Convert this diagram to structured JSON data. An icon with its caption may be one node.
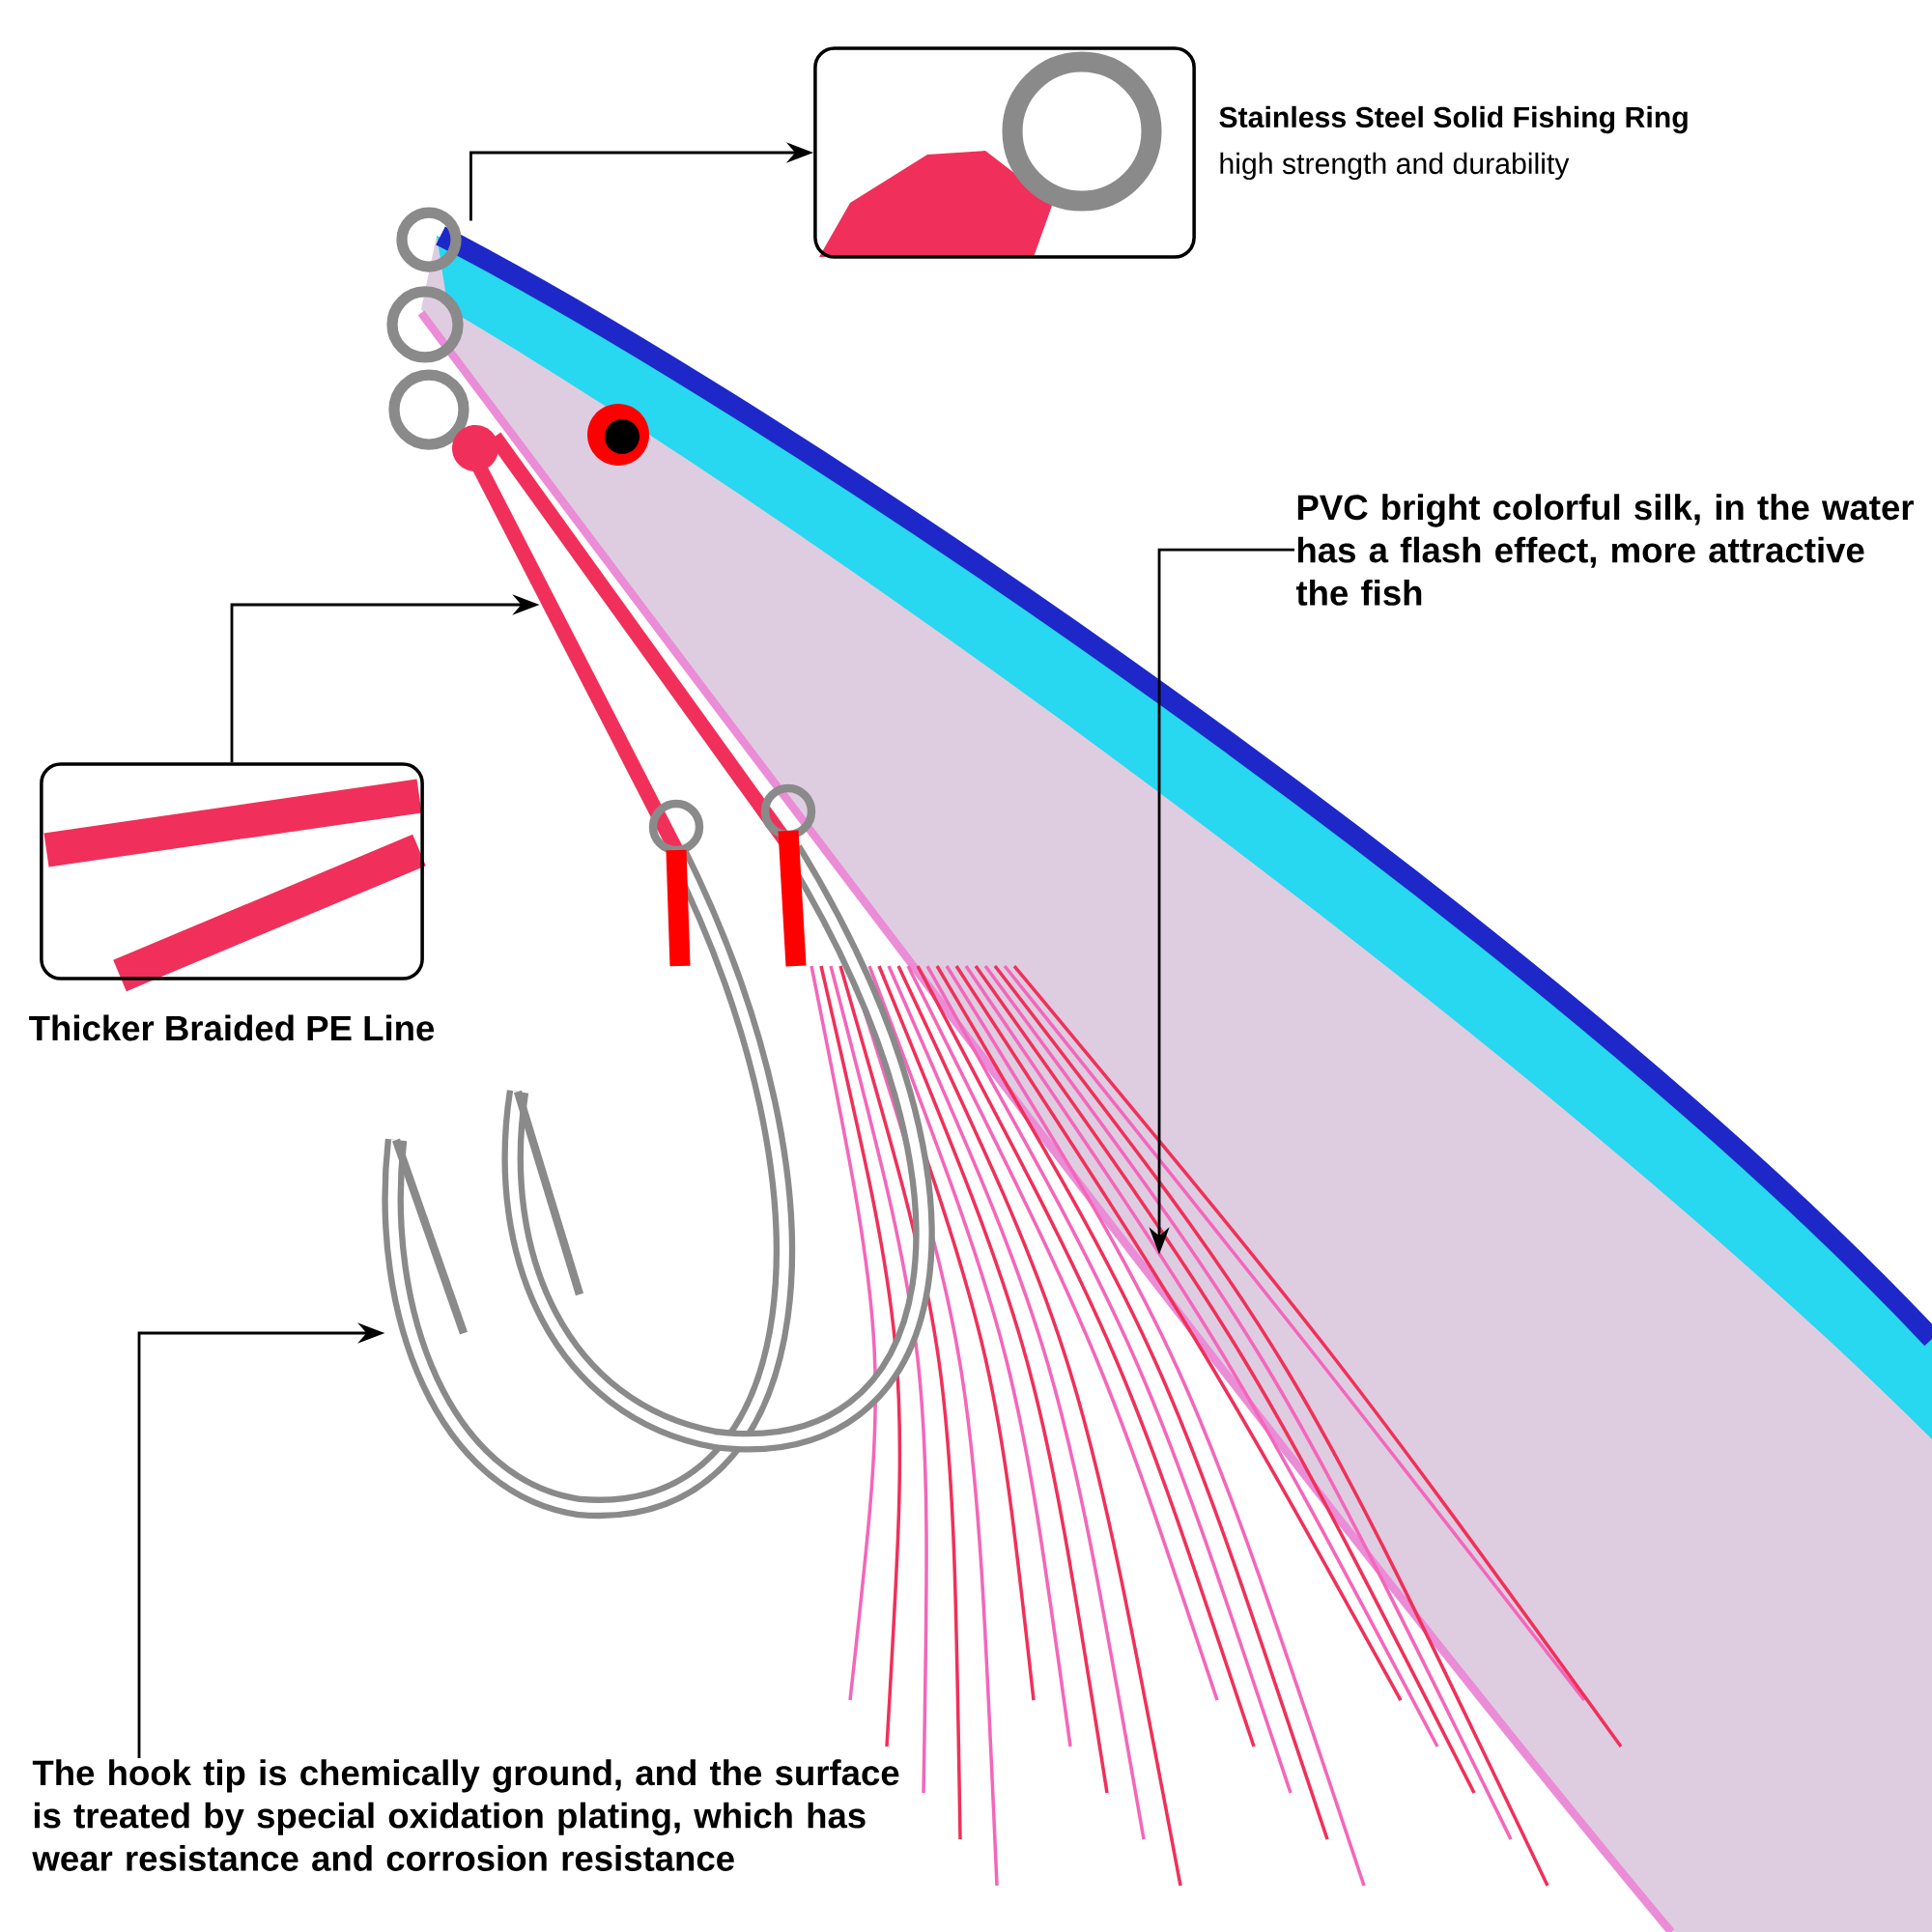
{
  "diagram": {
    "nodes": [
      {
        "text": [],
        "shape": "picture",
        "beside": [
          "**Stainless Steel Solid Fishing Ring**",
          "high strength and durability"
        ]
      },
      {
        "text": [],
        "shape": "picture"
      },
      {
        "text": [],
        "shape": "picture"
      },
      {
        "text": [],
        "shape": "picture"
      },
      {
        "text": [
          "PVC bright colorful silk, in the water has a flash effect, more attractive the fish"
        ]
      },
      {
        "text": [],
        "shape": "picture"
      },
      {
        "text": [
          "The hook tip is chemically ground, and the surface is treated by special oxidation plating, which has wear resistance and corrosion resistance"
        ]
      },
      {
        "text": [],
        "shape": "picture"
      }
    ],
    "edges": [
      {
        "from": 1,
        "to": 0,
        "arrow": "to"
      },
      {
        "from": 2,
        "to": 3,
        "arrow": "to"
      },
      {
        "from": 4,
        "to": 5,
        "arrow": "to"
      },
      {
        "from": 6,
        "to": 7,
        "arrow": "to"
      }
    ],
    "labels": [
      "Thicker Braided PE Line"
    ]
  }
}
